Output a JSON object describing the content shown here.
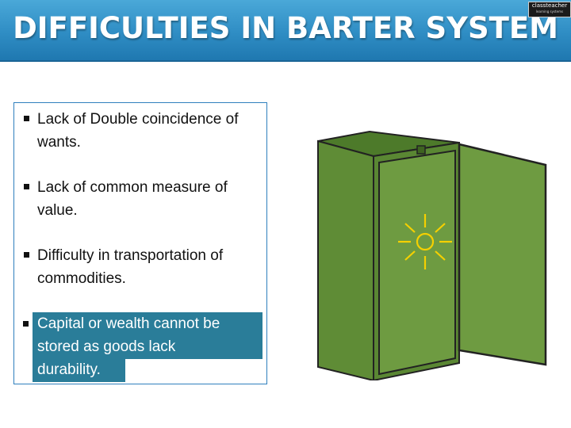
{
  "header": {
    "title": "DIFFICULTIES IN BARTER SYSTEM",
    "logo_main": "classteacher",
    "logo_sub": "learning systems"
  },
  "bullets": [
    {
      "text": "Lack of Double coincidence of wants."
    },
    {
      "text": "Lack of common measure of value."
    },
    {
      "text": "Difficulty in transportation of commodities."
    }
  ],
  "highlighted_bullet": {
    "lines": [
      "Capital or wealth cannot be",
      "stored as goods lack",
      "durability."
    ]
  },
  "image": {
    "icon": "cabinet-with-sun-icon"
  },
  "colors": {
    "header": "#2f8dc4",
    "highlight": "#2a7d99",
    "cabinet": "#6e9b41",
    "sun": "#f5d000"
  }
}
